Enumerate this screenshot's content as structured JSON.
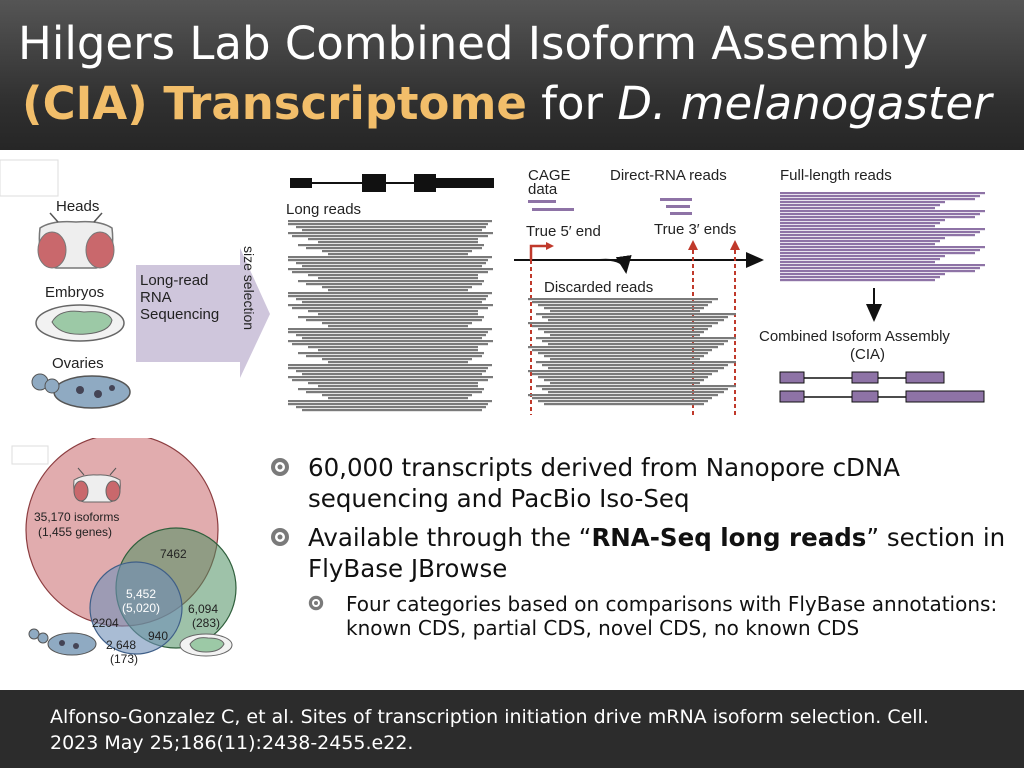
{
  "title": {
    "line1": "Hilgers Lab Combined Isoform Assembly",
    "line2_accent": "(CIA) Transcriptome",
    "line2_mid": " for ",
    "line2_italic": "D. melanogaster"
  },
  "figure_top": {
    "tissues": [
      "Heads",
      "Embryos",
      "Ovaries"
    ],
    "sequencing_label": [
      "Long-read",
      "RNA",
      "Sequencing"
    ],
    "size_selection": "size selection",
    "long_reads": "Long reads",
    "cage_data": [
      "CAGE",
      "data"
    ],
    "direct_rna_reads": "Direct-RNA reads",
    "full_length_reads": "Full-length reads",
    "true_5_end": "True 5′ end",
    "true_3_ends": "True 3′ ends",
    "discarded_reads": "Discarded reads",
    "cia_label": [
      "Combined Isoform Assembly",
      "(CIA)"
    ]
  },
  "venn": {
    "heads_total": [
      "35,170 isoforms",
      "(1,455 genes)"
    ],
    "heads_embryos": "7462",
    "all_three": [
      "5,452",
      "(5,020)"
    ],
    "embryos_only": [
      "6,094",
      "(283)"
    ],
    "heads_ovaries": "2204",
    "embryos_ovaries": "940",
    "ovaries_only": [
      "2,648",
      "(173)"
    ]
  },
  "bullets": {
    "b1": "60,000 transcripts derived from Nanopore cDNA sequencing and PacBio Iso-Seq",
    "b2_pre": "Available through the “",
    "b2_bold": "RNA-Seq long reads",
    "b2_post": "” section in FlyBase JBrowse",
    "sub": "Four categories based on comparisons with FlyBase annotations: known CDS, partial CDS, novel CDS, no known CDS"
  },
  "footer": {
    "citation": "Alfonso-Gonzalez C, et al. Sites of transcription initiation drive mRNA isoform selection. Cell. 2023 May 25;186(11):2438-2455.e22."
  },
  "colors": {
    "header_bg": "#2f2f2f",
    "accent": "#f2be6a",
    "purple": "#8e73a6",
    "red_arrow": "#c0392b",
    "venn_red": "#c9686c",
    "venn_green": "#4f8f62",
    "venn_blue": "#6f8fb8"
  }
}
